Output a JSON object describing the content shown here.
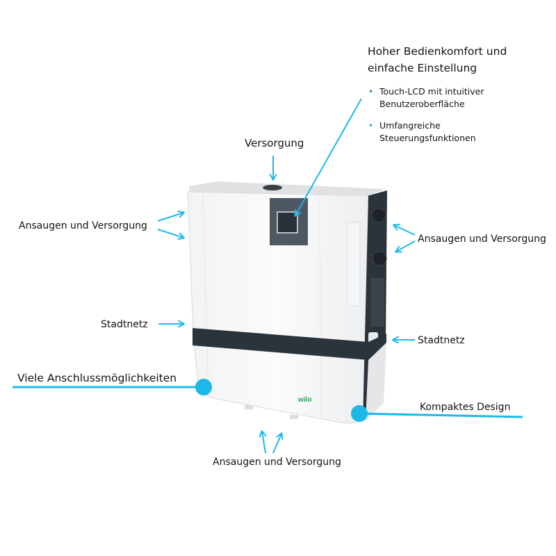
{
  "heading": {
    "line1": "Hoher Bedienkomfort und",
    "line2": "einfache Einstellung"
  },
  "bullets": [
    {
      "line1": "Touch-LCD mit intuitiver",
      "line2": "Benutzeroberfläche",
      "dot_color": "#2a9d5a"
    },
    {
      "line1": "Umfangreiche",
      "line2": "Steuerungsfunktionen",
      "dot_color": "#1bb8e8"
    }
  ],
  "labels": {
    "top": "Versorgung",
    "left_intake": "Ansaugen und Versorgung",
    "right_intake": "Ansaugen und Versorgung",
    "left_mains": "Stadtnetz",
    "right_mains": "Stadtnetz",
    "connections": "Viele Anschlussmöglichkeiten",
    "compact": "Kompaktes Design",
    "bottom_intake": "Ansaugen und Versorgung"
  },
  "brand": "wilo",
  "bullet_symbol": "•",
  "colors": {
    "accent": "#1bb8e8",
    "brand_green": "#2a9d5a",
    "dark": "#2b333b"
  }
}
